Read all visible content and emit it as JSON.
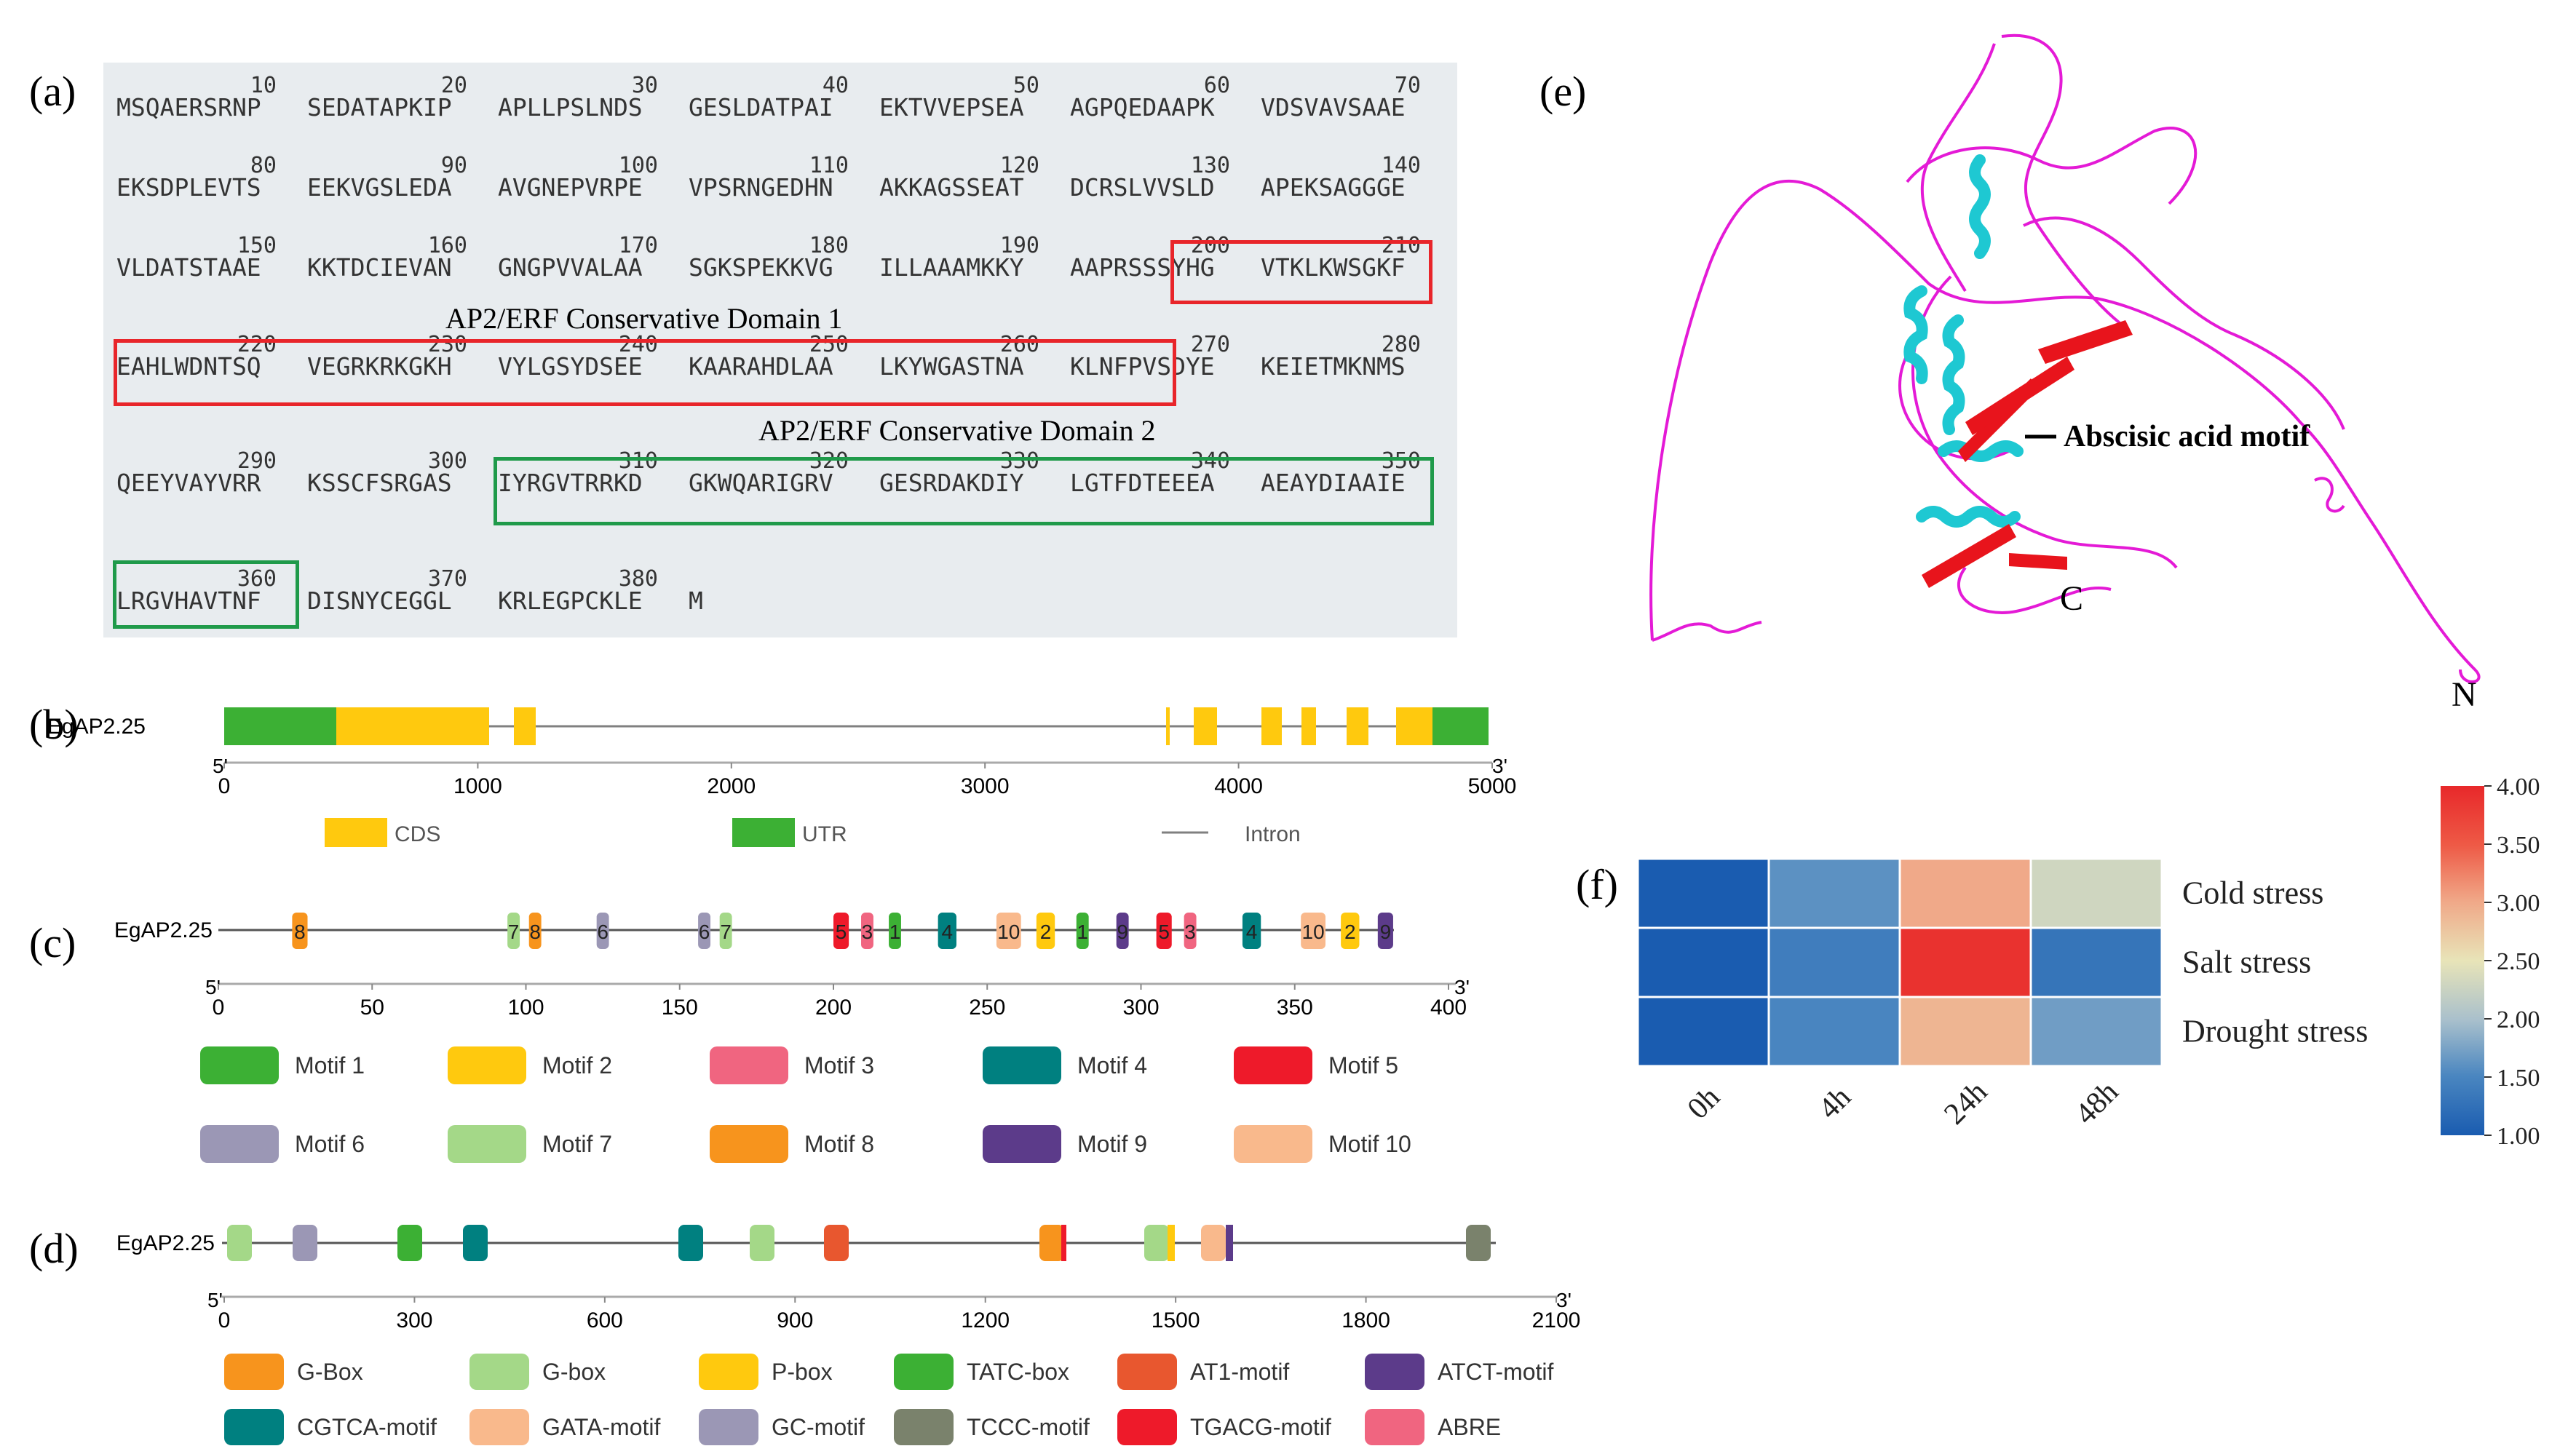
{
  "panels": {
    "a": "(a)",
    "b": "(b)",
    "c": "(c)",
    "d": "(d)",
    "e": "(e)",
    "f": "(f)"
  },
  "sequence": {
    "rows": [
      {
        "nums": [
          "10",
          "20",
          "30",
          "40",
          "50",
          "60",
          "70"
        ],
        "blocks": [
          "MSQAERSRNP",
          "SEDATAPKIP",
          "APLLPSLNDS",
          "GESLDATPAI",
          "EKTVVEPSEA",
          "AGPQEDAAPK",
          "VDSVAVSAAE"
        ]
      },
      {
        "nums": [
          "80",
          "90",
          "100",
          "110",
          "120",
          "130",
          "140"
        ],
        "blocks": [
          "EKSDPLEVTS",
          "EEKVGSLEDA",
          "AVGNEPVRPE",
          "VPSRNGEDHN",
          "AKKAGSSEAT",
          "DCRSLVVSLD",
          "APEKSAGGGE"
        ]
      },
      {
        "nums": [
          "150",
          "160",
          "170",
          "180",
          "190",
          "200",
          "210"
        ],
        "blocks": [
          "VLDATSTAAE",
          "KKTDCIEVAN",
          "GNGPVVALAA",
          "SGKSPEKKVG",
          "ILLAAAMKKY",
          "AAPRSSSYHG",
          "VTKLKWSGKF"
        ]
      },
      {
        "nums": [
          "220",
          "230",
          "240",
          "250",
          "260",
          "270",
          "280"
        ],
        "blocks": [
          "EAHLWDNTSQ",
          "VEGRKRKGKH",
          "VYLGSYDSEE",
          "KAARAHDLAA",
          "LKYWGASTNA",
          "KLNFPVSDYE",
          "KEIETMKNMS"
        ]
      },
      {
        "nums": [
          "290",
          "300",
          "310",
          "320",
          "330",
          "340",
          "350"
        ],
        "blocks": [
          "QEEYVAYVRR",
          "KSSCFSRGAS",
          "IYRGVTRRKD",
          "GKWQARIGRV",
          "GESRDAKDIY",
          "LGTFDTEEEA",
          "AEAYDIAAIE"
        ]
      },
      {
        "nums": [
          "360",
          "370",
          "380",
          ""
        ],
        "blocks": [
          "LRGVHAVTNF",
          "DISNYCEGGL",
          "KRLEGPCKLE",
          "M"
        ]
      }
    ],
    "domain1_label": "AP2/ERF Conservative Domain 1",
    "domain2_label": "AP2/ERF Conservative Domain 2",
    "colors": {
      "domain1": "#e8252a",
      "domain2": "#1f9a4a"
    }
  },
  "gene_structure": {
    "gene": "EgAP2.25",
    "end5": "5'",
    "end3": "3'",
    "ticks": [
      "0",
      "1000",
      "2000",
      "3000",
      "4000",
      "5000"
    ],
    "legend": [
      {
        "label": "CDS",
        "color": "#ffc90e"
      },
      {
        "label": "UTR",
        "color": "#3cb034"
      },
      {
        "label": "Intron",
        "color": "#808080"
      }
    ]
  },
  "motifs": {
    "gene": "EgAP2.25",
    "end5": "5'",
    "end3": "3'",
    "ticks": [
      "0",
      "50",
      "100",
      "150",
      "200",
      "250",
      "300",
      "350",
      "400"
    ],
    "labels": [
      "8",
      "7",
      "8",
      "6",
      "6",
      "7",
      "5",
      "3",
      "1",
      "4",
      "10",
      "2",
      "1",
      "9",
      "5",
      "3",
      "4",
      "10",
      "2",
      "9"
    ],
    "legend": [
      {
        "label": "Motif 1",
        "color": "#3cb034"
      },
      {
        "label": "Motif 2",
        "color": "#ffc90e"
      },
      {
        "label": "Motif 3",
        "color": "#f06580"
      },
      {
        "label": "Motif 4",
        "color": "#008080"
      },
      {
        "label": "Motif 5",
        "color": "#ee1a2a"
      },
      {
        "label": "Motif 6",
        "color": "#9b97b5"
      },
      {
        "label": "Motif 7",
        "color": "#a4d888"
      },
      {
        "label": "Motif 8",
        "color": "#f7941d"
      },
      {
        "label": "Motif 9",
        "color": "#5c3b8a"
      },
      {
        "label": "Motif 10",
        "color": "#f9b98c"
      }
    ]
  },
  "promoter": {
    "gene": "EgAP2.25",
    "end5": "5'",
    "end3": "3'",
    "ticks": [
      "0",
      "300",
      "600",
      "900",
      "1200",
      "1500",
      "1800",
      "2100"
    ],
    "legend": [
      {
        "label": "G-Box",
        "color": "#f7941d"
      },
      {
        "label": "G-box",
        "color": "#a4d888"
      },
      {
        "label": "P-box",
        "color": "#ffc90e"
      },
      {
        "label": "TATC-box",
        "color": "#3cb034"
      },
      {
        "label": "AT1-motif",
        "color": "#e8572f"
      },
      {
        "label": "ATCT-motif",
        "color": "#5c3b8a"
      },
      {
        "label": "CGTCA-motif",
        "color": "#008080"
      },
      {
        "label": "GATA-motif",
        "color": "#f9b98c"
      },
      {
        "label": "GC-motif",
        "color": "#9b97b5"
      },
      {
        "label": "TCCC-motif",
        "color": "#7a826c"
      },
      {
        "label": "TGACG-motif",
        "color": "#ee1a2a"
      },
      {
        "label": "ABRE",
        "color": "#f06580"
      }
    ]
  },
  "structure3d": {
    "annotation": "Abscisic acid motif",
    "c_term": "C",
    "n_term": "N"
  },
  "chart_data": {
    "type": "heatmap",
    "rows": [
      "Cold stress",
      "Salt stress",
      "Drought stress"
    ],
    "columns": [
      "0h",
      "4h",
      "24h",
      "48h"
    ],
    "values": [
      [
        1.0,
        1.6,
        3.0,
        2.3
      ],
      [
        1.0,
        1.4,
        3.9,
        1.3
      ],
      [
        1.0,
        1.5,
        2.9,
        1.7
      ]
    ],
    "colorbar": {
      "min": 1.0,
      "max": 4.0,
      "ticks": [
        "1.00",
        "1.50",
        "2.00",
        "2.50",
        "3.00",
        "3.50",
        "4.00"
      ]
    }
  }
}
